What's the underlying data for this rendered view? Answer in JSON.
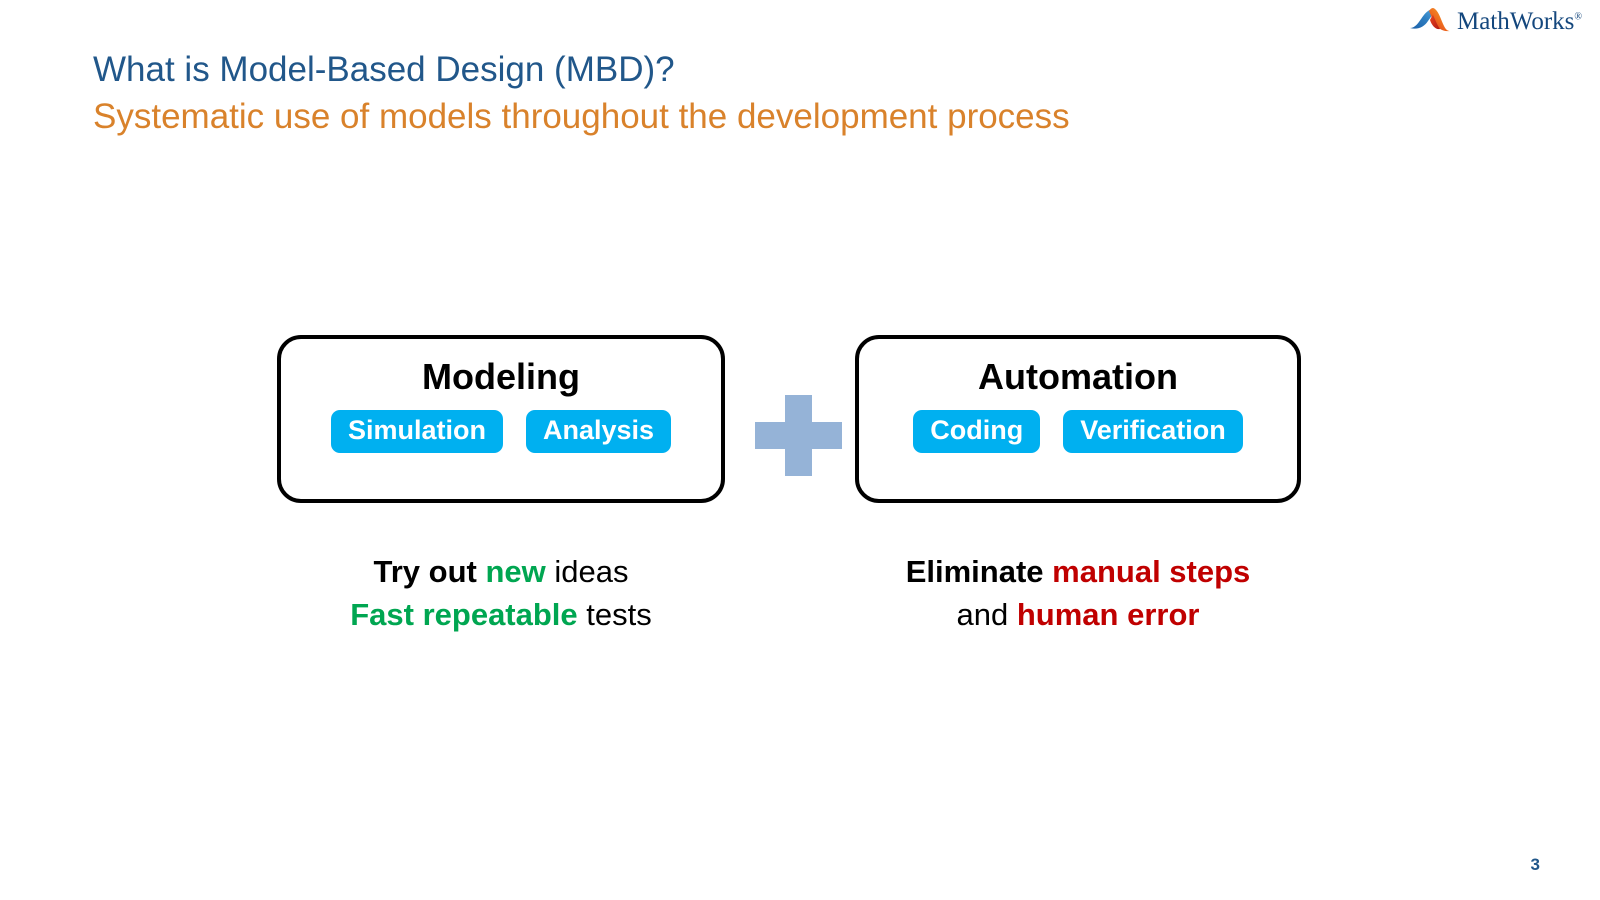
{
  "slide": {
    "title": "What is Model-Based Design (MBD)?",
    "subtitle": "Systematic use of models throughout the development process",
    "page_number": "3"
  },
  "logo": {
    "name": "mathworks-logo",
    "wordmark": "MathWorks",
    "registered_mark": "®",
    "colors": {
      "blue": "#2F7FC1",
      "deep_blue": "#1A5FA8",
      "orange": "#F5A623",
      "red": "#D62B1F",
      "wordmark_blue": "#14477D"
    }
  },
  "diagram": {
    "operator_icon": "plus-icon",
    "boxes": [
      {
        "id": "modeling",
        "title": "Modeling",
        "pills": [
          "Simulation",
          "Analysis"
        ]
      },
      {
        "id": "automation",
        "title": "Automation",
        "pills": [
          "Coding",
          "Verification"
        ]
      }
    ],
    "captions": [
      {
        "id": "modeling-caption",
        "lines": [
          [
            {
              "text": "Try out ",
              "style": "bold"
            },
            {
              "text": "new",
              "style": "green"
            },
            {
              "text": " ideas",
              "style": "normal"
            }
          ],
          [
            {
              "text": "Fast repeatable",
              "style": "green"
            },
            {
              "text": " tests",
              "style": "normal"
            }
          ]
        ]
      },
      {
        "id": "automation-caption",
        "lines": [
          [
            {
              "text": "Eliminate ",
              "style": "bold"
            },
            {
              "text": "manual steps",
              "style": "red"
            }
          ],
          [
            {
              "text": "and ",
              "style": "normal"
            },
            {
              "text": "human error",
              "style": "red"
            }
          ]
        ]
      }
    ]
  },
  "colors": {
    "title_blue": "#21578A",
    "subtitle_orange": "#D9822B",
    "pill_blue": "#00B0F0",
    "plus_blue": "#95B3D7",
    "accent_green": "#00A651",
    "accent_red": "#C00000",
    "box_border": "#000000",
    "background": "#FFFFFF"
  }
}
